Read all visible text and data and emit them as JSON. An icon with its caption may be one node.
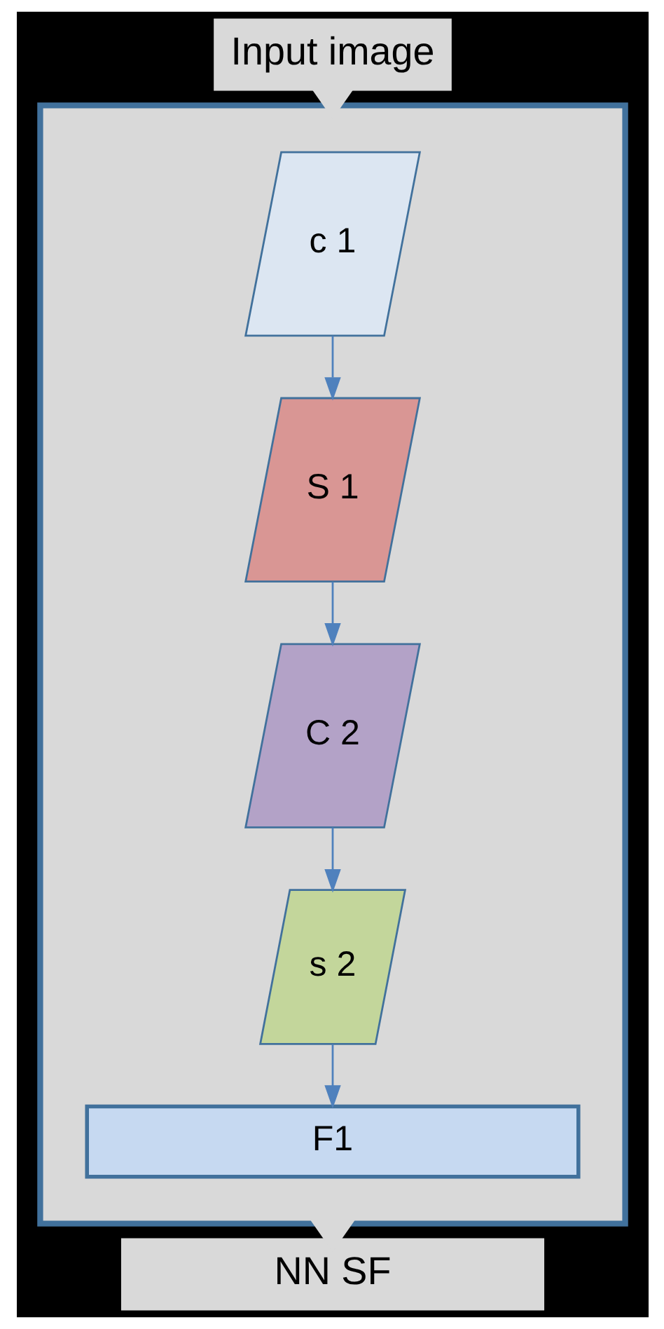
{
  "diagram": {
    "nodes": [
      {
        "text": [
          "Input image"
        ]
      },
      {
        "text": [],
        "shape": "box"
      },
      {
        "text": [
          "c 1"
        ],
        "in": 1
      },
      {
        "text": [
          "S 1"
        ],
        "in": 1
      },
      {
        "text": [
          "C 2"
        ],
        "in": 1
      },
      {
        "text": [
          "s 2"
        ],
        "in": 1
      },
      {
        "text": [
          "F1"
        ],
        "in": 1
      },
      {
        "text": [
          "NN SF"
        ]
      }
    ],
    "edges": [
      {
        "from": 0,
        "to": 1,
        "arrow": "to",
        "style": "thick",
        "color": "#d9d9d9"
      },
      {
        "from": 2,
        "to": 3,
        "arrow": "to"
      },
      {
        "from": 3,
        "to": 4,
        "arrow": "to"
      },
      {
        "from": 4,
        "to": 5,
        "arrow": "to"
      },
      {
        "from": 5,
        "to": 6,
        "arrow": "to"
      },
      {
        "from": 1,
        "to": 7,
        "arrow": "to",
        "style": "thick",
        "color": "#d9d9d9"
      }
    ]
  }
}
